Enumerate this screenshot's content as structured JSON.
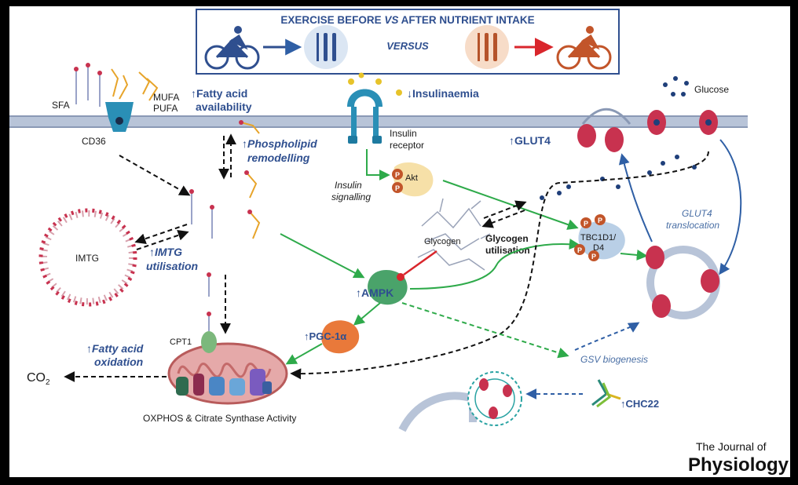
{
  "header": {
    "title_part1": "EXERCISE BEFORE ",
    "title_vs": "VS",
    "title_part2": " AFTER NUTRIENT INTAKE",
    "versus": "VERSUS"
  },
  "membrane_labels": {
    "sfa": "SFA",
    "mufa": "MUFA",
    "pufa": "PUFA",
    "cd36": "CD36",
    "fatty_acid_availability_1": "↑Fatty acid",
    "fatty_acid_availability_2": "availability",
    "insulinaemia": "↓Insulinaemia",
    "insulin_receptor_1": "Insulin",
    "insulin_receptor_2": "receptor",
    "glucose": "Glucose",
    "glut4": "↑GLUT4"
  },
  "pathway_labels": {
    "phospholipid_1": "↑Phospholipid",
    "phospholipid_2": "remodelling",
    "insulin_signalling_1": "Insulin",
    "insulin_signalling_2": "signalling",
    "akt": "Akt",
    "glycogen": "Glycogen",
    "glycogen_util_1": "Glycogen",
    "glycogen_util_2": "utilisation",
    "tbc_1": "TBC1D1/",
    "tbc_2": "D4",
    "glut4_translocation_1": "GLUT4",
    "glut4_translocation_2": "translocation",
    "imtg": "IMTG",
    "imtg_util_1": "↑IMTG",
    "imtg_util_2": "utilisation",
    "ampk": "↑AMPK",
    "pgc": "↑PGC-1α",
    "cpt1": "CPT1",
    "fatty_acid_ox_1": "↑Fatty acid",
    "fatty_acid_ox_2": "oxidation",
    "co2": "CO",
    "co2_sub": "2",
    "oxphos": "OXPHOS & Citrate Synthase Activity",
    "gsv": "GSV biogenesis",
    "chc22": "↑CHC22",
    "p": "P"
  },
  "journal": {
    "line1": "The Journal of",
    "line2": "Physiology"
  },
  "colors": {
    "navy": "#2f4f8f",
    "green_arrow": "#2eaa4a",
    "red_inhibit": "#d9262c",
    "membrane": "#b8c4d8",
    "glut_red": "#c8324f"
  }
}
